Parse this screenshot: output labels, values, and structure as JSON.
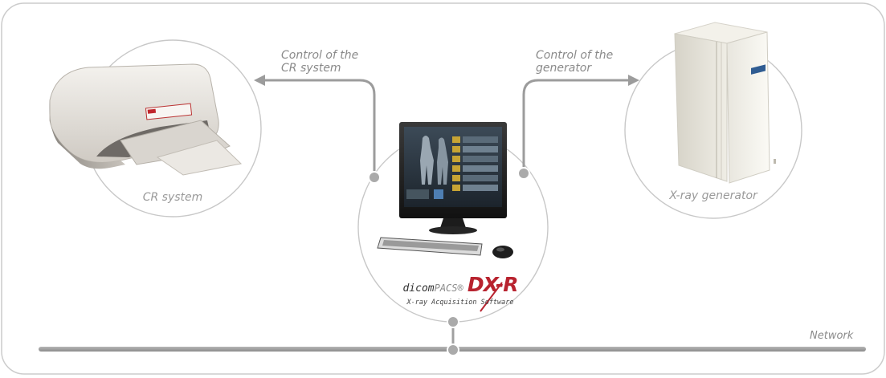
{
  "nodes": {
    "cr_system": {
      "label": "CR system"
    },
    "workstation": {
      "brand_part1": "dicom",
      "brand_part2": "PACS®",
      "product": "DX-R",
      "tagline": "X-ray Acquisition Software"
    },
    "generator": {
      "label": "X-ray generator"
    }
  },
  "connections": {
    "left": {
      "line1": "Control of the",
      "line2": "CR system"
    },
    "right": {
      "line1": "Control of the",
      "line2": "generator"
    }
  },
  "network": {
    "label": "Network"
  },
  "colors": {
    "brand_red": "#b8232f",
    "line_gray": "#9c9c9c",
    "text_gray": "#8a8a8a",
    "frame": "#c8c8c8"
  }
}
